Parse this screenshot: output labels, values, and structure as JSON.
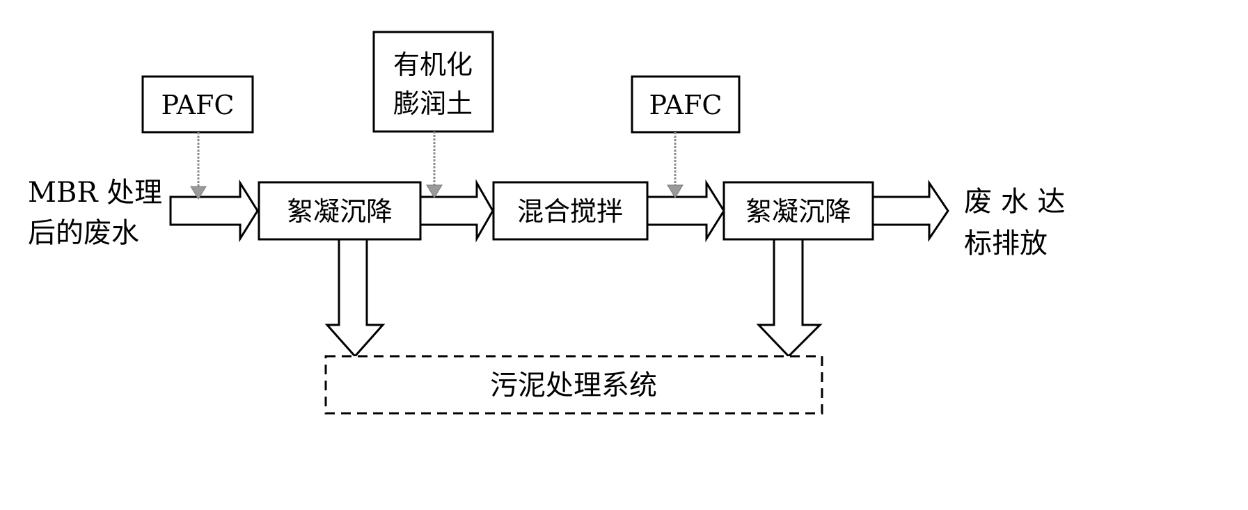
{
  "input_label": {
    "line1": "MBR  处理",
    "line2": "后的废水"
  },
  "output_label": {
    "line1": "废 水 达",
    "line2": "标排放"
  },
  "additives": {
    "pafc_1": "PAFC",
    "organobentonite": {
      "line1": "有机化",
      "line2": "膨润土"
    },
    "pafc_2": "PAFC"
  },
  "process": {
    "floc_1": "絮凝沉降",
    "mixing": "混合搅拌",
    "floc_2": "絮凝沉降"
  },
  "sludge_system": "污泥处理系统",
  "colors": {
    "line": "#000000",
    "feed_arrow": "#8c8c8c",
    "background": "#ffffff"
  }
}
